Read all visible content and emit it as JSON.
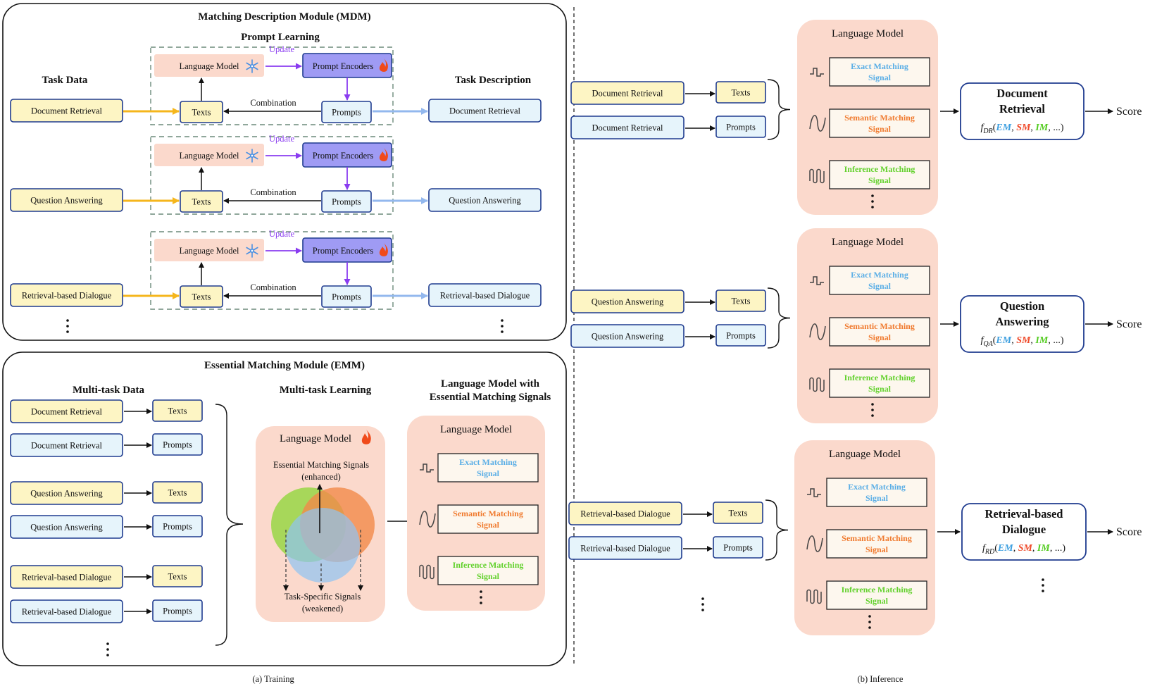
{
  "training": {
    "caption": "(a) Training",
    "mdm": {
      "title": "Matching Description Module (MDM)",
      "prompt_learning": "Prompt Learning",
      "task_data": "Task Data",
      "task_description": "Task Description",
      "update": "Update",
      "combination": "Combination",
      "language_model": "Language Model",
      "prompt_encoders": "Prompt Encoders",
      "texts": "Texts",
      "prompts": "Prompts",
      "tasks": [
        "Document Retrieval",
        "Question Answering",
        "Retrieval-based Dialogue"
      ]
    },
    "emm": {
      "title": "Essential Matching Module (EMM)",
      "multitask_data": "Multi-task Data",
      "multitask_learning": "Multi-task Learning",
      "lm_with_signals_1": "Language Model with",
      "lm_with_signals_2": "Essential Matching Signals",
      "language_model": "Language Model",
      "enhanced_1": "Essential Matching Signals",
      "enhanced_2": "(enhanced)",
      "weakened_1": "Task-Specific Signals",
      "weakened_2": "(weakened)",
      "rows": [
        {
          "task": "Document Retrieval",
          "kind": "texts",
          "label": "Texts"
        },
        {
          "task": "Document Retrieval",
          "kind": "prompts",
          "label": "Prompts"
        },
        {
          "task": "Question Answering",
          "kind": "texts",
          "label": "Texts"
        },
        {
          "task": "Question Answering",
          "kind": "prompts",
          "label": "Prompts"
        },
        {
          "task": "Retrieval-based Dialogue",
          "kind": "texts",
          "label": "Texts"
        },
        {
          "task": "Retrieval-based Dialogue",
          "kind": "prompts",
          "label": "Prompts"
        }
      ]
    }
  },
  "inference": {
    "caption": "(b) Inference",
    "language_model": "Language Model",
    "texts": "Texts",
    "prompts": "Prompts",
    "score": "Score",
    "signals": [
      {
        "line1": "Exact Matching",
        "line2": "Signal",
        "color": "#5aaee6"
      },
      {
        "line1": "Semantic Matching",
        "line2": "Signal",
        "color": "#f07a2e"
      },
      {
        "line1": "Inference Matching",
        "line2": "Signal",
        "color": "#62d12c"
      }
    ],
    "metric_colors": {
      "EM": "#3fa0e0",
      "SM": "#ef4a2a",
      "IM": "#55cc22"
    },
    "blocks": [
      {
        "task": "Document Retrieval",
        "out_line1": "Document",
        "out_line2": "Retrieval",
        "sub": "DR"
      },
      {
        "task": "Question Answering",
        "out_line1": "Question",
        "out_line2": "Answering",
        "sub": "QA"
      },
      {
        "task": "Retrieval-based Dialogue",
        "out_line1": "Retrieval-based",
        "out_line2": "Dialogue",
        "sub": "RD"
      }
    ]
  }
}
